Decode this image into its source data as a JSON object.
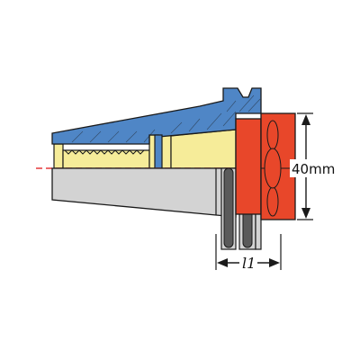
{
  "dimensions": {
    "diameter_label": "40mm",
    "length_label": "l1"
  },
  "colors": {
    "background": "#ffffff",
    "cross_section_blue": "#4f86c6",
    "thread_yellow": "#f6ec99",
    "body_grey": "#d3d3d3",
    "nut_red": "#e8472a",
    "centerline_red": "#e5383b",
    "outline": "#1a1a1a"
  },
  "parts": {
    "centerline": "centerline",
    "taper_section": "taper-cross-section",
    "taper_body": "taper-body",
    "retention_nut": "retention-nut"
  }
}
